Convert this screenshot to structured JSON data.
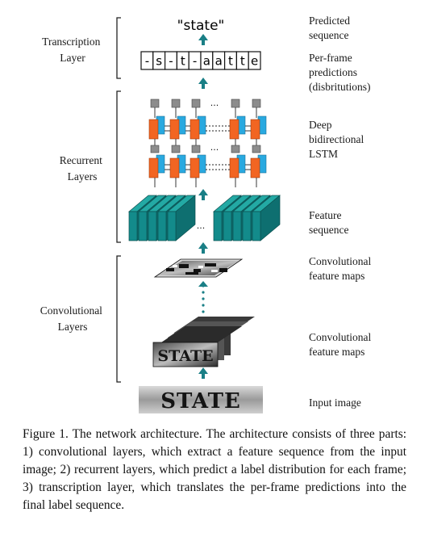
{
  "diagram": {
    "left_labels": {
      "transcription": [
        "Transcription",
        "Layer"
      ],
      "recurrent": [
        "Recurrent",
        "Layers"
      ],
      "convolutional": [
        "Convolutional",
        "Layers"
      ]
    },
    "right_labels": {
      "predicted": [
        "Predicted",
        "sequence"
      ],
      "per_frame": [
        "Per-frame",
        "predictions",
        "(disbritutions)"
      ],
      "lstm": [
        "Deep",
        "bidirectional",
        "LSTM"
      ],
      "feature_seq": [
        "Feature",
        "sequence"
      ],
      "conv_maps_top": [
        "Convolutional",
        "feature maps"
      ],
      "conv_maps_bottom": [
        "Convolutional",
        "feature maps"
      ],
      "input": "Input image"
    },
    "predicted_text": "\"state\"",
    "frame_cells": [
      "-",
      "s",
      "-",
      "t",
      "-",
      "a",
      "a",
      "t",
      "t",
      "e"
    ],
    "ellipsis": "...",
    "input_word": "STATE",
    "distorted_word": "STATE",
    "colors": {
      "arrow": "#1a7f86",
      "lstm_orange": "#f26522",
      "lstm_blue": "#29a9e0",
      "lstm_gray": "#8c8c8c",
      "feature_teal": "#138b8b"
    }
  },
  "caption": "Figure 1. The network architecture. The architecture consists of three parts: 1) convolutional layers, which extract a feature sequence from the input image; 2) recurrent layers, which predict a label distribution for each frame; 3) transcription layer, which translates the per-frame predictions into the final label sequence."
}
